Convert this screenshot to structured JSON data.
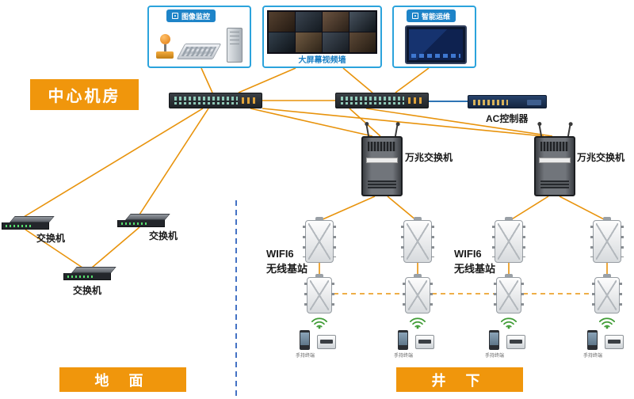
{
  "top_boxes": {
    "surveillance": {
      "title": "图像监控"
    },
    "videowall": {
      "caption": "大屏幕视频墙"
    },
    "ops": {
      "title": "智能运维"
    }
  },
  "labels": {
    "center_room": "中心机房",
    "ac_controller": "AC控制器",
    "switch": "交换机",
    "ten_gig_switch": "万兆交换机",
    "wifi6": "WIFI6",
    "wireless_base": "无线基站",
    "terminal": "手持终端",
    "ground": "地 面",
    "underground": "井 下"
  },
  "colors": {
    "accent_orange": "#F0960C",
    "line_orange": "#E8930C",
    "box_blue": "#2BA3DC",
    "pill_blue": "#1E84C8",
    "divider_blue": "#4472C4",
    "link_blue": "#2E74B5",
    "wifi_green": "#3F9C35",
    "caption_blue": "#1B7FC4"
  }
}
